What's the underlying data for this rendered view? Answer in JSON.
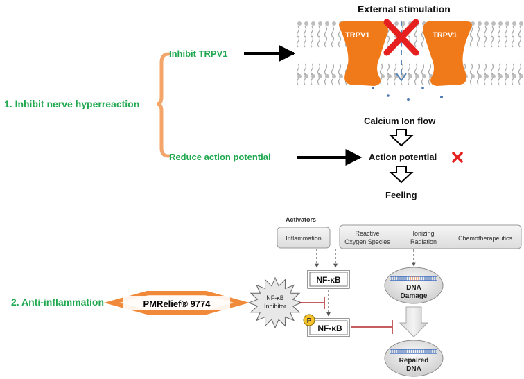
{
  "section1": {
    "title": "1.  Inhibit nerve hyperreaction",
    "branch_top": "Inhibit TRPV1",
    "branch_bottom": "Reduce action potential"
  },
  "channel": {
    "heading": "External stimulation",
    "left_label": "TRPV1",
    "right_label": "TRPV1"
  },
  "flow": {
    "step1": "Calcium Ion flow",
    "step2": "Action potential",
    "step3": "Feeling"
  },
  "section2": {
    "title": "2.  Anti-inflammation",
    "product": "PMRelief® 9774"
  },
  "pathway": {
    "activators_label": "Activators",
    "inflammation": "Inflammation",
    "ros_line1": "Reactive",
    "ros_line2": "Oxygen Species",
    "ionizing_line1": "Ionizing",
    "ionizing_line2": "Radiation",
    "chemo": "Chemotherapeutics",
    "nfkb_top": "NF-κB",
    "nfkb_bottom": "NF-κB",
    "phospho": "P",
    "inhibitor_line1": "NF-κB",
    "inhibitor_line2": "Inhibitor",
    "dna_damage_line1": "DNA",
    "dna_damage_line2": "Damage",
    "repaired_line1": "Repaired",
    "repaired_line2": "DNA"
  },
  "colors": {
    "green_text": "#1fa84f",
    "bracket_orange": "#f3a56a",
    "channel_orange": "#f07a1a",
    "red_x": "#e5201f",
    "inhibit_red": "#b22a2a"
  }
}
